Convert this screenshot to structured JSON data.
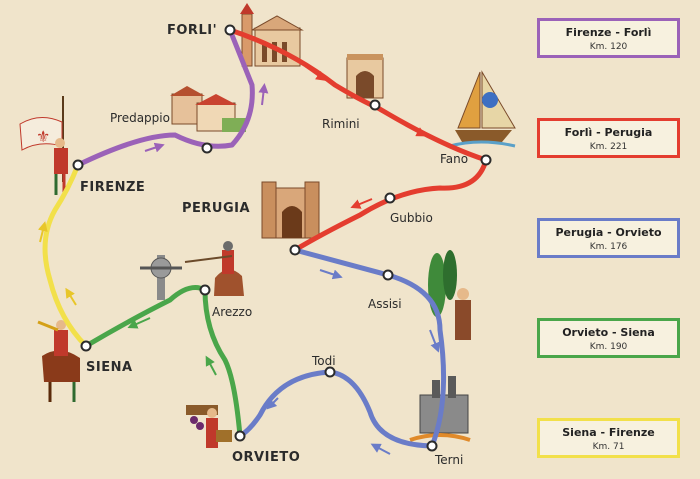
{
  "colors": {
    "background": "#f0e4cb",
    "purple": "#9b62b8",
    "red": "#e43d2f",
    "blue": "#6a7cc8",
    "green": "#4aa64a",
    "yellow": "#f2e04a"
  },
  "cities": {
    "forli": "FORLI'",
    "predappio": "Predappio",
    "firenze": "FIRENZE",
    "rimini": "Rimini",
    "fano": "Fano",
    "perugia": "PERUGIA",
    "gubbio": "Gubbio",
    "assisi": "Assisi",
    "arezzo": "Arezzo",
    "siena": "SIENA",
    "todi": "Todi",
    "orvieto": "ORVIETO",
    "terni": "Terni"
  },
  "legend": [
    {
      "route": "Firenze - Forlì",
      "km": "Km. 120",
      "color": "#9b62b8"
    },
    {
      "route": "Forlì - Perugia",
      "km": "Km. 221",
      "color": "#e43d2f"
    },
    {
      "route": "Perugia - Orvieto",
      "km": "Km. 176",
      "color": "#6a7cc8"
    },
    {
      "route": "Orvieto - Siena",
      "km": "Km. 190",
      "color": "#4aa64a"
    },
    {
      "route": "Siena - Firenze",
      "km": "Km. 71",
      "color": "#f2e04a"
    }
  ],
  "illustrations": [
    "florentine-flag-bearer-icon",
    "forli-cathedral-icon",
    "predappio-houses-icon",
    "rimini-arch-icon",
    "fano-sailboat-icon",
    "perugia-gate-icon",
    "arezzo-jousting-knight-icon",
    "assisi-saint-cypress-icon",
    "siena-trumpeter-horse-icon",
    "orvieto-grape-harvester-icon",
    "terni-steelworks-icon"
  ]
}
